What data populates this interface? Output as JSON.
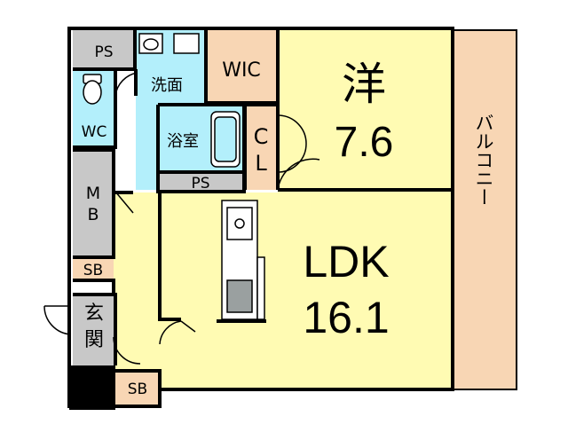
{
  "rooms": {
    "western": {
      "label": "洋",
      "size": "7.6"
    },
    "ldk": {
      "label": "LDK",
      "size": "16.1"
    },
    "wic": {
      "label": "WIC"
    },
    "ps_top": {
      "label": "PS"
    },
    "ps_bath": {
      "label": "PS"
    },
    "wash": {
      "label": "洗面"
    },
    "wc": {
      "label": "WC"
    },
    "bath": {
      "label": "浴室"
    },
    "closet": {
      "line1": "C",
      "line2": "L"
    },
    "mb": {
      "line1": "M",
      "line2": "B"
    },
    "sb_mid": {
      "label": "SB"
    },
    "sb_bottom": {
      "label": "SB"
    },
    "entrance": {
      "line1": "玄",
      "line2": "関"
    },
    "balcony": {
      "label": "バルコニー"
    }
  },
  "colors": {
    "ldk": "#FFFBB3",
    "wet_area": "#B3EFFB",
    "storage": "#C8C8C8",
    "wic": "#F8D6B4",
    "balcony": "#F8D6B4",
    "wall": "#000000"
  }
}
